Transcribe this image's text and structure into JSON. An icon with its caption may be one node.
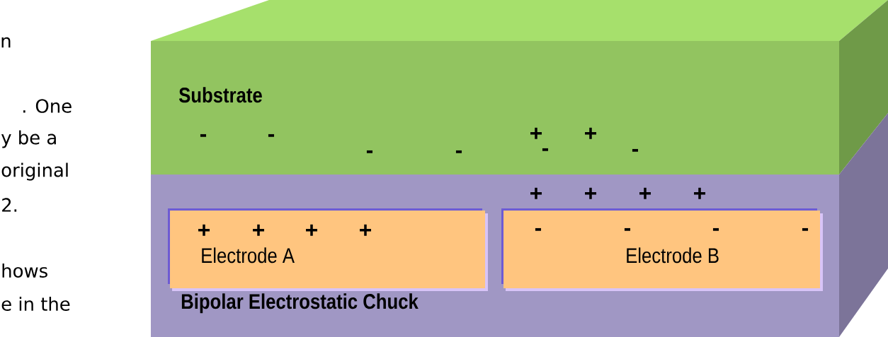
{
  "diagram": {
    "nodes": [
      {
        "text": [
          "Substrate"
        ]
      },
      {
        "text": [
          "Bipolar Electrostatic Chuck"
        ]
      },
      {
        "text": [
          "Electrode A"
        ],
        "in": 1
      },
      {
        "text": [
          "Electrode B"
        ],
        "in": 1
      }
    ],
    "edges": [],
    "labels": [
      "n",
      ". One",
      "y be a",
      "original",
      "2.",
      "hows",
      "e in the",
      "-",
      "-",
      "-",
      "-",
      "+",
      "-",
      "+",
      "-",
      "+",
      "+",
      "+",
      "+",
      "+",
      "+",
      "+",
      "+",
      "-",
      "-",
      "-",
      "-"
    ]
  }
}
